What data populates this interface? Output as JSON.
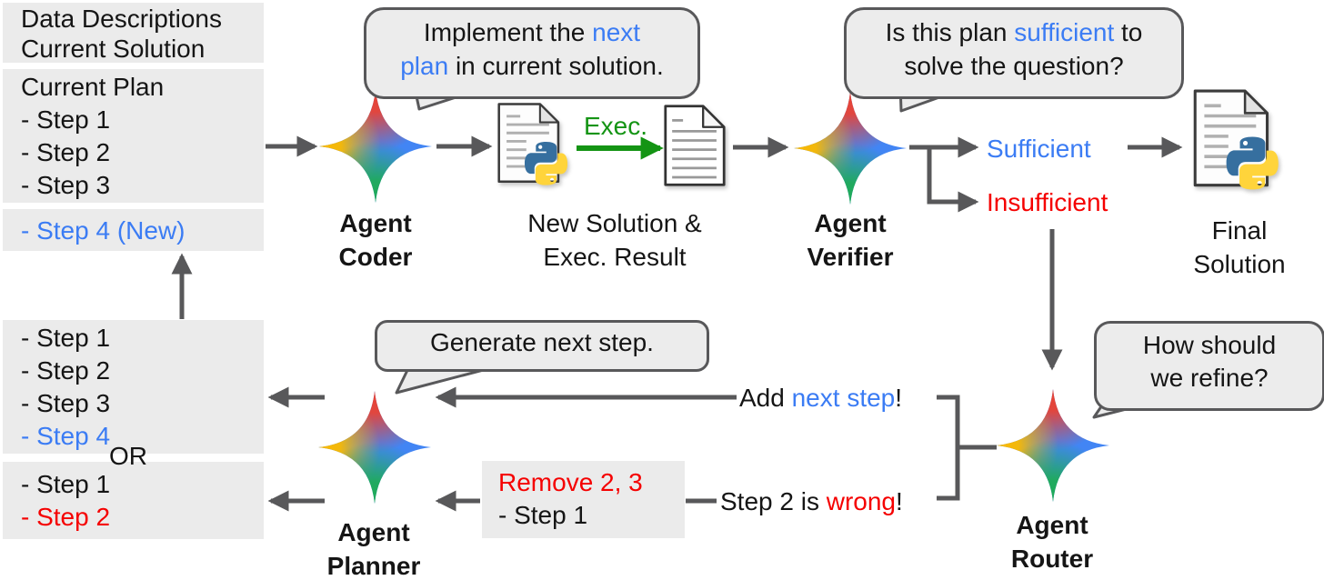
{
  "palette": {
    "highlight_blue": "#3b7cf4",
    "alert_red": "#f50000",
    "exec_green": "#149414",
    "arrow_gray": "#58585a",
    "box_gray": "#ebebeb",
    "bubble_fill": "#ececec",
    "star_blue": "#4285f4",
    "star_red": "#e94335",
    "star_yellow": "#fbba00",
    "star_green": "#1fab58"
  },
  "left_column": {
    "context_box": {
      "lines": [
        "Data Descriptions",
        "Current Solution"
      ]
    },
    "current_plan_box": {
      "title": "Current Plan",
      "steps": [
        "- Step 1",
        "- Step 2",
        "- Step 3"
      ]
    },
    "new_step_box": {
      "label": "- Step 4 (New)"
    },
    "plan_a_box": {
      "steps": [
        "- Step 1",
        "- Step 2",
        "- Step 3"
      ],
      "new_step": "- Step 4"
    },
    "or_label": "OR",
    "plan_b_box": {
      "steps": [
        "- Step 1"
      ],
      "removed_step": "- Step 2"
    }
  },
  "agents": {
    "coder": {
      "line1": "Agent",
      "line2": "Coder"
    },
    "verifier": {
      "line1": "Agent",
      "line2": "Verifier"
    },
    "planner": {
      "line1": "Agent",
      "line2": "Planner"
    },
    "router": {
      "line1": "Agent",
      "line2": "Router"
    }
  },
  "bubbles": {
    "coder": {
      "l1_pre": "Implement the ",
      "l1_hl": "next",
      "l2_hl": "plan",
      "l2_post": " in current solution."
    },
    "verifier": {
      "l1_pre": "Is this plan ",
      "l1_hl": "sufficient",
      "l1_post": " to",
      "l2": "solve the question?"
    },
    "planner": {
      "text": "Generate next step."
    },
    "router": {
      "line1": "How should",
      "line2": "we refine?"
    }
  },
  "flow": {
    "exec_label": "Exec.",
    "new_solution_label": {
      "line1": "New Solution &",
      "line2": "Exec. Result"
    },
    "final_solution_label": {
      "line1": "Final",
      "line2": "Solution"
    },
    "sufficient": "Sufficient",
    "insufficient": "Insufficient",
    "add_step": {
      "pre": "Add ",
      "hl": "next step",
      "post": "!"
    },
    "wrong_step": {
      "pre": "Step 2 is ",
      "hl": "wrong",
      "post": "!"
    },
    "remove_box": {
      "line1": "Remove 2, 3",
      "line2": "- Step 1"
    }
  }
}
